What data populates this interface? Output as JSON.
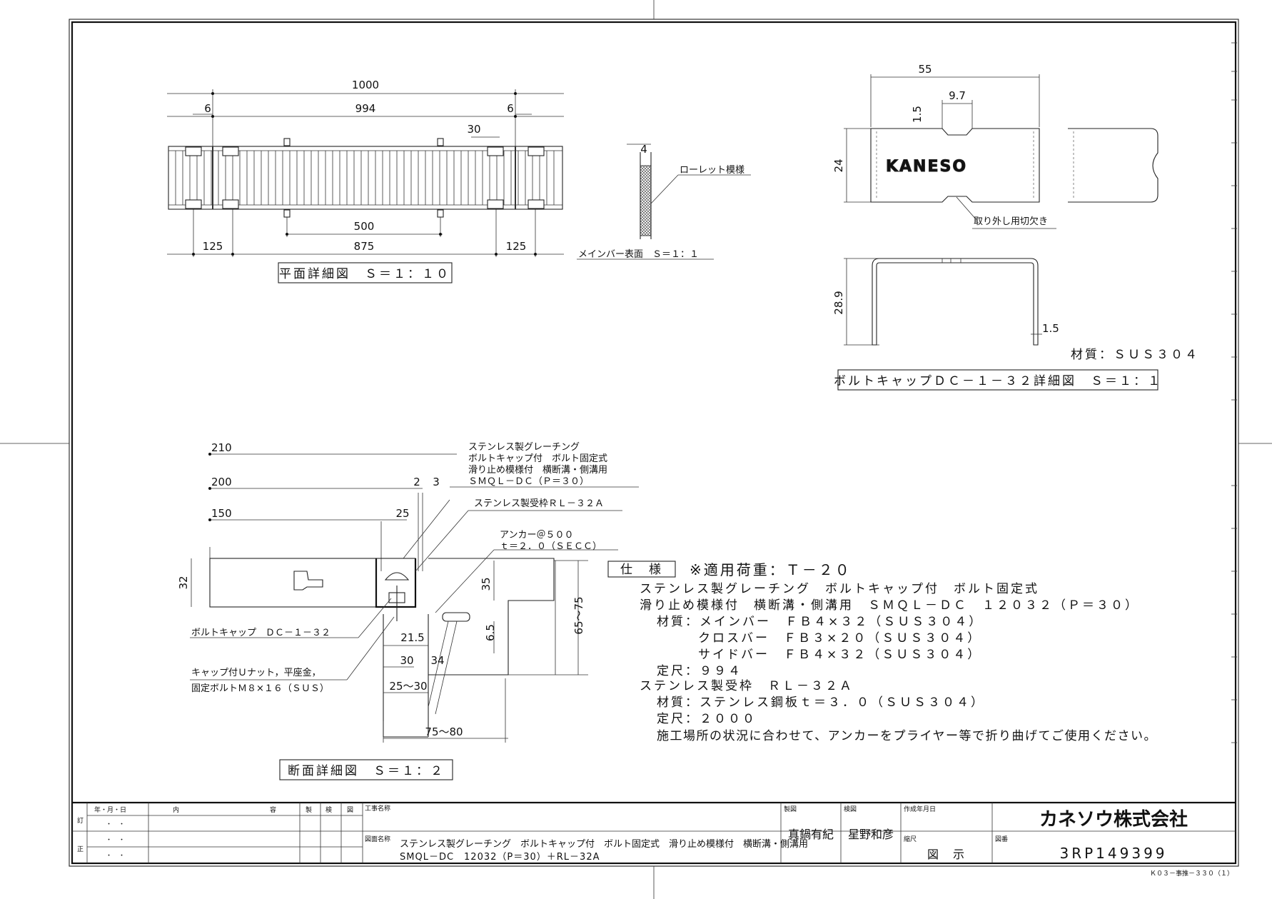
{
  "plan": {
    "d1000": "1000",
    "d6l": "6",
    "d994": "994",
    "d6r": "6",
    "d30": "30",
    "d500": "500",
    "d125l": "125",
    "d875": "875",
    "d125r": "125",
    "title": "平面詳細図　Ｓ＝１：１０"
  },
  "surface": {
    "d4": "4",
    "knurl": "ローレット模様",
    "caption": "メインバー表面　Ｓ＝１：１"
  },
  "cap": {
    "d55": "55",
    "d97": "9.7",
    "d15a": "1.5",
    "d24": "24",
    "brand": "KANESO",
    "notch": "取り外し用切欠き",
    "d289": "28.9",
    "d15b": "1.5",
    "material": "材質：ＳＵＳ３０４",
    "title": "ボルトキャップＤＣ－１－３２詳細図　Ｓ＝１：１"
  },
  "section": {
    "d210": "210",
    "d200": "200",
    "d150": "150",
    "d2": "2",
    "d3": "3",
    "d25": "25",
    "grating1": "ステンレス製グレーチング",
    "grating2": "ボルトキャップ付　ボルト固定式",
    "grating3": "滑り止め模様付　横断溝・側溝用",
    "grating4": "ＳＭＱＬ－ＤＣ（Ｐ＝３０）",
    "frame": "ステンレス製受枠ＲＬ－３２Ａ",
    "anchor1": "アンカー＠５００",
    "anchor2": "ｔ＝２．０（ＳＥＣＣ）",
    "d32": "32",
    "d35": "35",
    "d6575": "65～75",
    "d215": "21.5",
    "d65": "6.5",
    "d30": "30",
    "d34": "34",
    "d2530": "25～30",
    "d7580": "75～80",
    "boltcap": "ボルトキャップ　ＤＣ－１－３２",
    "nut1": "キャップ付Ｕナット，平座金，",
    "nut2": "固定ボルトＭ８×１６（ＳＵＳ）",
    "title": "断面詳細図　Ｓ＝１：２"
  },
  "spec": {
    "head": "仕　様",
    "load": "※適用荷重：Ｔ－２０",
    "l1": "ステンレス製グレーチング　ボルトキャップ付　ボルト固定式",
    "l2": "滑り止め模様付　横断溝・側溝用　ＳＭＱＬ－ＤＣ　１２０３２（Ｐ＝３０）",
    "l3": "材質：メインバー　ＦＢ４×３２（ＳＵＳ３０４）",
    "l4": "クロスバー　ＦＢ３×２０（ＳＵＳ３０４）",
    "l5": "サイドバー　ＦＢ４×３２（ＳＵＳ３０４）",
    "l6": "定尺：９９４",
    "l7": "ステンレス製受枠　ＲＬ－３２Ａ",
    "l8": "材質：ステンレス鋼板ｔ＝３．０（ＳＵＳ３０４）",
    "l9": "定尺：２０００",
    "l10": "施工場所の状況に合わせて、アンカーをプライヤー等で折り曲げてご使用ください。"
  },
  "titleblock": {
    "rev": "訂",
    "cor": "正",
    "date": "年・月・日",
    "content": "内",
    "content2": "容",
    "drawn": "製",
    "checked": "検",
    "approved": "図",
    "dots1": "・　・",
    "dots2": "・　・",
    "dots3": "・　・",
    "proj": "工事名称",
    "dwgname": "図面名称",
    "name1": "ステンレス製グレーチング　ボルトキャップ付　ボルト固定式　滑り止め模様付　横断溝・側溝用",
    "name2": "SMQL－DC　12032（P＝30）＋RL－32A",
    "sei": "製図",
    "ken": "検図",
    "seiname": "真鍋有紀",
    "kenname": "星野和彦",
    "date_made": "作成年月日",
    "scale": "縮尺",
    "scale_val": "図　示",
    "company": "カネソウ株式会社",
    "num_label": "図番",
    "num": "3RP149399",
    "footer": "Ｋ０３－事推－３３０（１）"
  }
}
